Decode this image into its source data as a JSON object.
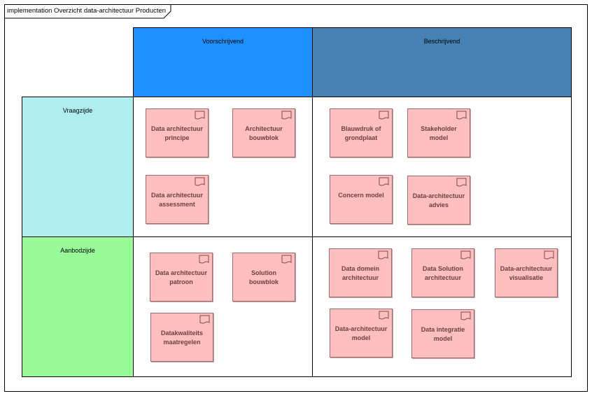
{
  "diagram": {
    "title": "implementation Overzicht data-architectuur Producten",
    "columns": [
      "Voorschrijvend",
      "Beschrijvend"
    ],
    "rows": [
      "Vraagzijde",
      "Aanbodzijde"
    ],
    "items": [
      {
        "label": "Data architectuur principe",
        "row": 0,
        "col": 0
      },
      {
        "label": "Architectuur bouwblok",
        "row": 0,
        "col": 0
      },
      {
        "label": "Data architectuur assessment",
        "row": 0,
        "col": 0
      },
      {
        "label": "Blauwdruk of grondplaat",
        "row": 0,
        "col": 1
      },
      {
        "label": "Stakeholder model",
        "row": 0,
        "col": 1
      },
      {
        "label": "Concern model",
        "row": 0,
        "col": 1
      },
      {
        "label": "Data-architectuur advies",
        "row": 0,
        "col": 1
      },
      {
        "label": "Data architectuur patroon",
        "row": 1,
        "col": 0
      },
      {
        "label": "Solution bouwblok",
        "row": 1,
        "col": 0
      },
      {
        "label": "Datakwaliteits maatregelen",
        "row": 1,
        "col": 0
      },
      {
        "label": "Data domein architectuur",
        "row": 1,
        "col": 1
      },
      {
        "label": "Data Solution architectuur",
        "row": 1,
        "col": 1
      },
      {
        "label": "Data-architectuur visualisatie",
        "row": 1,
        "col": 1
      },
      {
        "label": "Data-architectuur model",
        "row": 1,
        "col": 1
      },
      {
        "label": "Data integratie model",
        "row": 1,
        "col": 1
      }
    ],
    "icon": "artifact-icon",
    "colors": {
      "voorschrijvend": "#1e90ff",
      "beschrijvend": "#4682b4",
      "vraagzijde": "#afeeee",
      "aanbodzijde": "#98fb98",
      "artifact_fill": "#ffbfbf",
      "artifact_border": "#9a6e6e",
      "artifact_text": "#6b4040"
    }
  }
}
